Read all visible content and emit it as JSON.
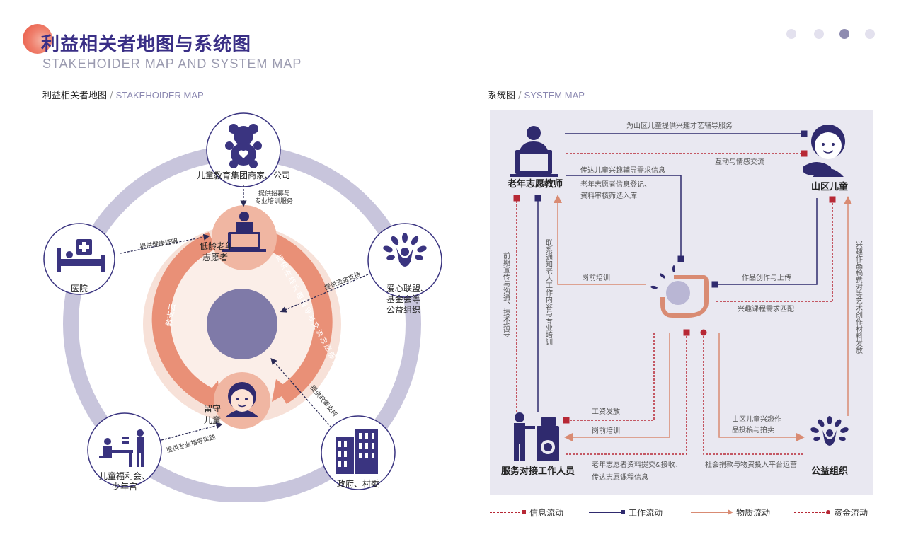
{
  "header": {
    "title_zh": "利益相关者地图与系统图",
    "title_en": "STAKEHOIDER MAP AND SYSTEM MAP",
    "page_dots": 4,
    "active_dot": 3
  },
  "stakeholder_map": {
    "title_zh": "利益相关者地图",
    "separator": " / ",
    "title_en": "STAKEHOIDER MAP",
    "nodes": {
      "edu_group": "儿童教育集团商家、公司",
      "volunteer": [
        "低龄老年",
        "志愿者"
      ],
      "child": [
        "留守",
        "儿童"
      ],
      "hospital": "医院",
      "ngo": [
        "爱心联盟、",
        "基金会等",
        "公益组织"
      ],
      "welfare": [
        "儿童福利会、",
        "少年宫"
      ],
      "government": "政府、村委"
    },
    "edges": {
      "recruit_training": [
        "提供招募与",
        "专业培训服务"
      ],
      "health_cert": "提供健康证明",
      "funding": "提供资金支持",
      "policy": "提供政策支持",
      "guidance": "提供专业指导实践",
      "teach_support": "教支云",
      "interest_guidance": "提供在线兴趣辅导与交流志愿服务"
    }
  },
  "system_map": {
    "title_zh": "系统图",
    "separator": " / ",
    "title_en": "SYSTEM MAP",
    "nodes": {
      "teacher": "老年志愿教师",
      "child": "山区儿童",
      "staff": "服务对接工作人员",
      "ngo": "公益组织"
    },
    "flows": {
      "f1": "为山区儿童提供兴趣才艺辅导服务",
      "f2": "互动与情感交流",
      "f3": "传达儿童兴趣辅导需求信息",
      "f4": [
        "老年志愿者信息登记、",
        "资料审核筛选入库"
      ],
      "f5": "岗前培训",
      "f6": "作品创作与上传",
      "f7": "兴趣课程需求匹配",
      "f8": "前期宣传与沟通、技术指导",
      "f9": "联系通知老人工作内容与专业培训",
      "f10": "兴趣作品稿费对等艺术创作材料发放",
      "f11": "工资发放",
      "f12": "岗前培训",
      "f13": [
        "山区儿童兴趣作",
        "品投稿与拍卖"
      ],
      "f14": [
        "老年志愿者资料提交&接收、",
        "传达志愿课程信息"
      ],
      "f15": "社会捐款与物资投入平台运营"
    }
  },
  "legend": [
    {
      "label": "信息流动",
      "color": "#b72835"
    },
    {
      "label": "工作流动",
      "color": "#2f2a6e"
    },
    {
      "label": "物质流动",
      "color": "#d98b73"
    },
    {
      "label": "资金流动",
      "color": "#b72835"
    }
  ]
}
